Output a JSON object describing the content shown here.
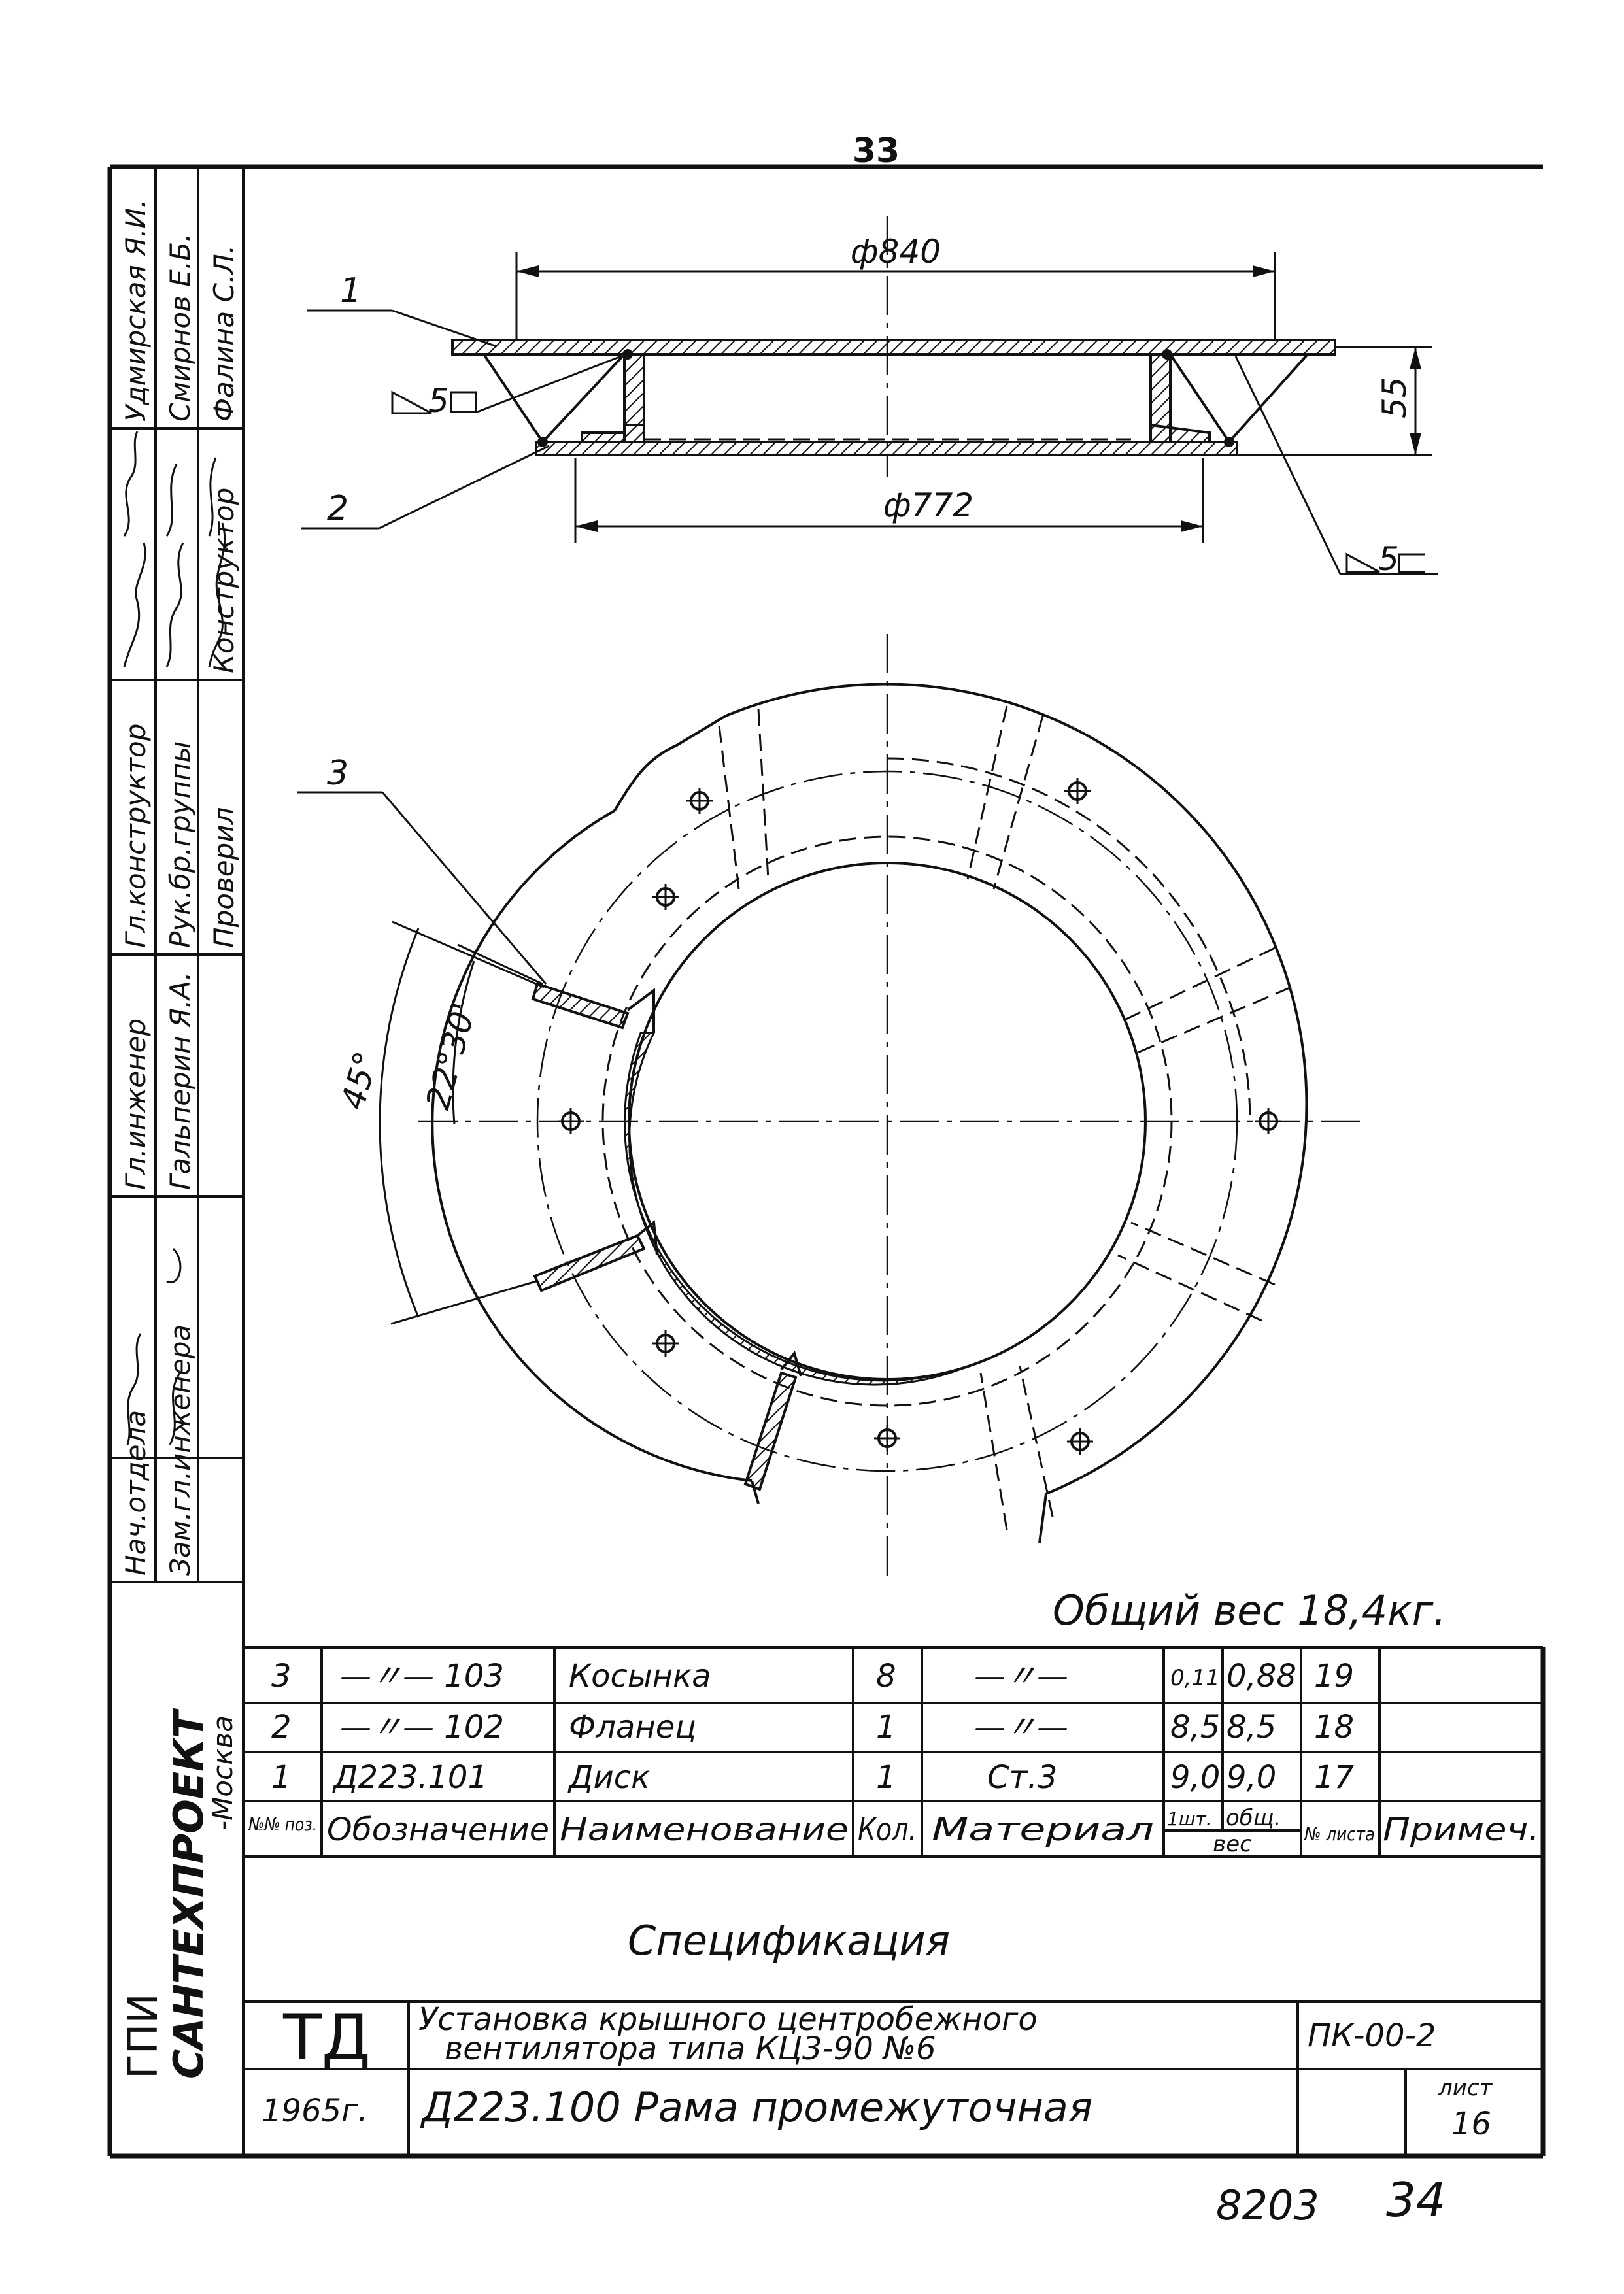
{
  "page_number": "33",
  "section_view": {
    "dim_outer": "ф840",
    "dim_inner": "ф772",
    "dim_height": "55",
    "callout_1": "1",
    "callout_2": "2",
    "weld_left": "5",
    "weld_right": "5"
  },
  "plan_view": {
    "callout_3": "3",
    "angle_45": "45°",
    "angle_22": "22°30'"
  },
  "total_weight": "Общий вес 18,4кг.",
  "spec_table": {
    "headers": {
      "pos": "№№ поз.",
      "designation": "Обозначение",
      "name": "Наименование",
      "qty": "Кол.",
      "material": "Материал",
      "weight_unit": "1шт.",
      "weight_total": "общ.",
      "weight_group": "вес",
      "sheet": "№ листа",
      "note": "Примеч."
    },
    "rows": [
      {
        "pos": "3",
        "designation": "—〃— 103",
        "name": "Косынка",
        "qty": "8",
        "material": "—〃—",
        "w1": "0,11",
        "w2": "0,88",
        "sheet": "19",
        "note": ""
      },
      {
        "pos": "2",
        "designation": "—〃— 102",
        "name": "Фланец",
        "qty": "1",
        "material": "—〃—",
        "w1": "8,5",
        "w2": "8,5",
        "sheet": "18",
        "note": ""
      },
      {
        "pos": "1",
        "designation": "Д223.101",
        "name": "Диск",
        "qty": "1",
        "material": "Ст.3",
        "w1": "9,0",
        "w2": "9,0",
        "sheet": "17",
        "note": ""
      }
    ]
  },
  "title_block": {
    "spec_title": "Спецификация",
    "td": "ТД",
    "year": "1965г.",
    "project_line1": "Установка крышного центробежного",
    "project_line2": "вентилятора типа КЦ3-90 №6",
    "drawing_title": "Д223.100 Рама промежуточная",
    "code": "ПК-00-2",
    "sheet_label": "лист",
    "sheet_number": "16"
  },
  "organization": {
    "gpi": "ГПИ",
    "name": "САНТЕХПРОЕКТ",
    "city": "-Москва"
  },
  "side_stamp": {
    "roles": [
      "Нач.отдела",
      "Зам.гл.инженера",
      "Гл.инженер",
      "Гл.конструктор",
      "Рук.бр.группы",
      "Проверил",
      "Конструктор"
    ],
    "names": [
      "Гальперин Я.А.",
      "Смирнов Е.Б.",
      "Удмирская Я.И.",
      "Фалина С.Л."
    ]
  },
  "archive_number": "8203",
  "archive_page": "34"
}
